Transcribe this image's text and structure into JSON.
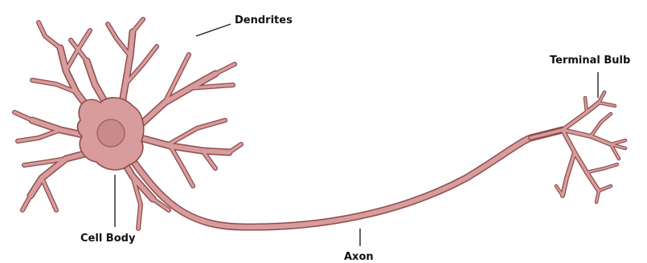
{
  "labels": {
    "dendrites": "Dendrites",
    "terminal_bulb": "Terminal Bulb",
    "cell_body": "Cell Body",
    "axon": "Axon"
  },
  "colors": {
    "fill": "#d89c9c",
    "outline": "#8d4b4b",
    "nucleus": "#c98a8a",
    "leader": "#222222"
  }
}
